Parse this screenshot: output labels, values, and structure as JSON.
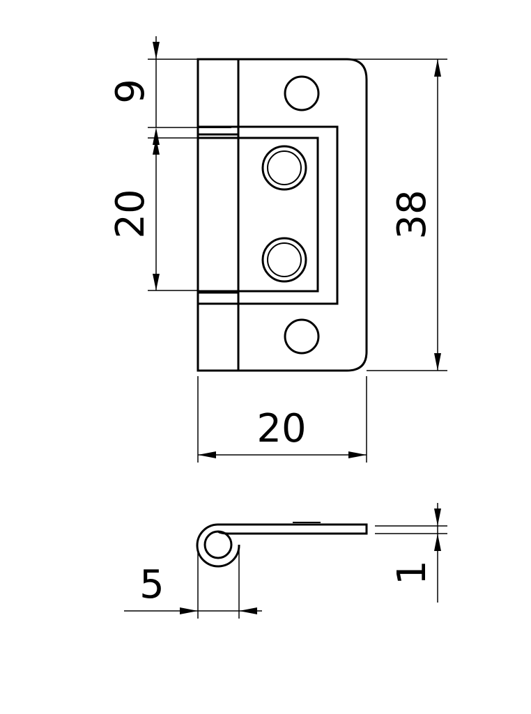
{
  "drawing": {
    "type": "technical-drawing",
    "subject": "flag hinge",
    "colors": {
      "line": "#000000",
      "background": "#ffffff"
    }
  },
  "front_view": {
    "dimensions": {
      "knuckle_segment_height": "9",
      "center_leaf_height": "20",
      "overall_height": "38",
      "overall_width": "20"
    },
    "holes": {
      "countersunk_count": 2,
      "plain_count": 2
    }
  },
  "side_view": {
    "dimensions": {
      "knuckle_diameter": "5",
      "leaf_thickness": "1"
    }
  }
}
